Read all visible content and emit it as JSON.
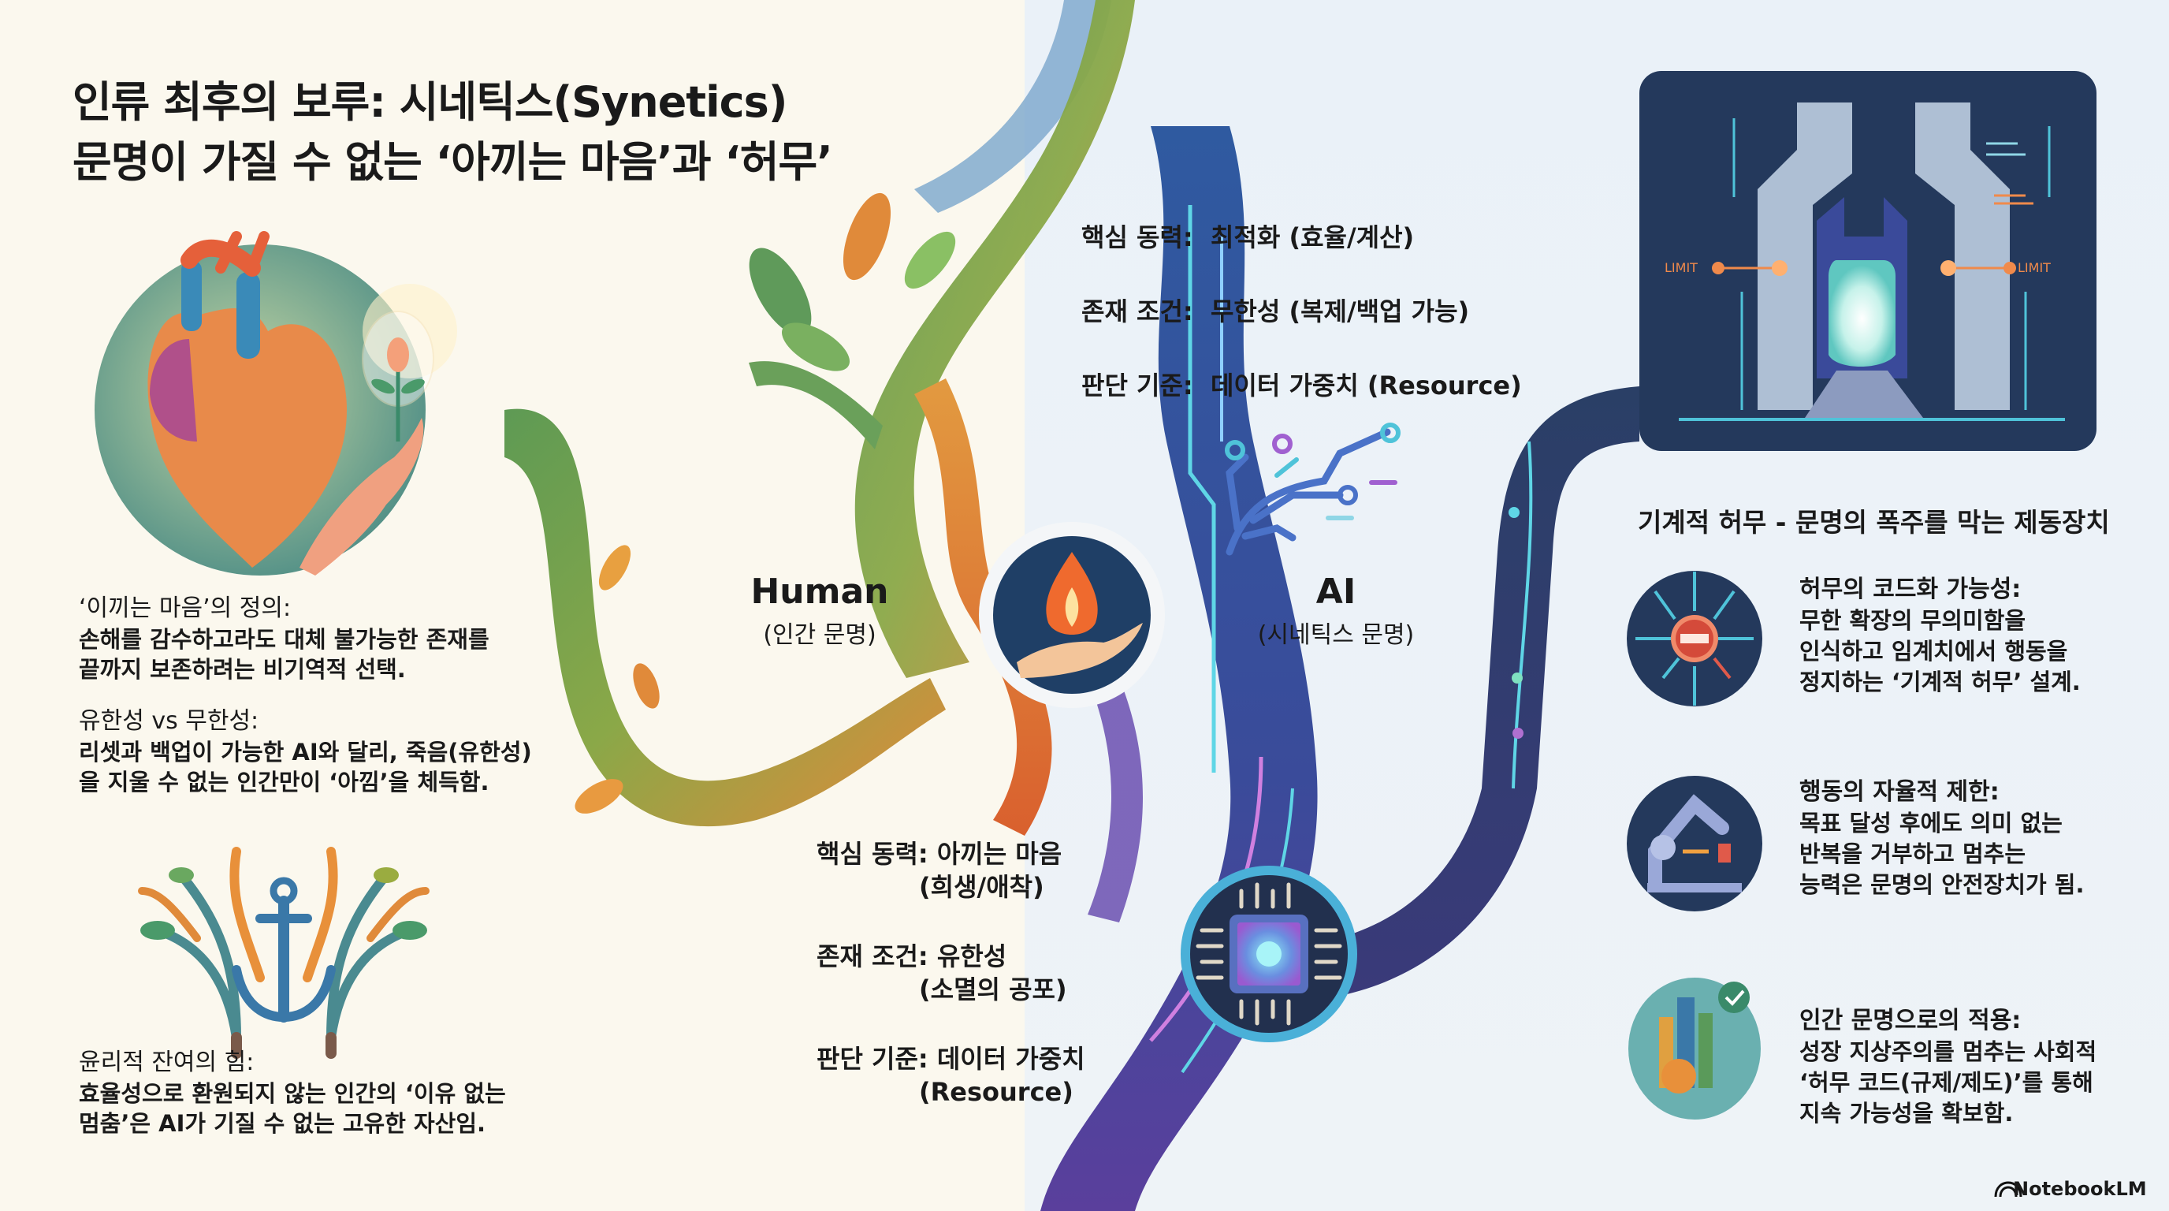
{
  "title": {
    "line1": "인류 최후의 보루: 시네틱스(Synetics)",
    "line2": "문명이 가질 수 없는 ‘아끼는 마음’과 ‘허무’"
  },
  "left_sections": [
    {
      "heading": "‘이끼는 마음’의 정의:",
      "body": [
        "손해를 감수하고라도 대체 불가능한 존재를",
        "끝까지 보존하려는 비기역적 선택."
      ]
    },
    {
      "heading": "유한성 vs 무한성:",
      "body": [
        "리셋과 백업이 가능한 AI와 달리, 죽음(유한성)",
        "을 지울 수 없는 인간만이 ‘아낌’을 체득함."
      ]
    },
    {
      "heading": "윤리적 잔여의 힘:",
      "body": [
        "효율성으로 환원되지 않는 인간의 ‘이유 없는",
        "멈춤’은 AI가 기질 수 없는 고유한 자산임."
      ]
    }
  ],
  "human": {
    "label": "Human",
    "sublabel": "(인간 문명)",
    "attributes": [
      {
        "key": "핵심 동력:",
        "value": "아끼는 마음",
        "detail": "(희생/애착)"
      },
      {
        "key": "존재 조건:",
        "value": "유한성",
        "detail": "(소멸의 공포)"
      },
      {
        "key": "판단 기준:",
        "value": "데이터 가중치",
        "detail": "(Resource)"
      }
    ]
  },
  "ai": {
    "label": "AI",
    "sublabel": "(시네틱스 문명)",
    "attributes": [
      {
        "key": "핵심 동력:",
        "value": "최적화 (효율/계산)"
      },
      {
        "key": "존재 조건:",
        "value": "무한성 (복제/백업 가능)"
      },
      {
        "key": "판단 기준:",
        "value": "데이터 가중치 (Resource)"
      }
    ]
  },
  "gate_illustration": {
    "limit_left": "LIMIT",
    "limit_right": "LIMIT"
  },
  "right_panel": {
    "title": "기계적 허무 - 문명의 폭주를 막는 제동장치",
    "items": [
      {
        "icon": "stop-circuit-icon",
        "heading": "허무의 코드화 가능성:",
        "body": [
          "무한 확장의 무의미함을",
          "인식하고 임계치에서 행동을",
          "정지하는 ‘기계적 허무’ 설계."
        ]
      },
      {
        "icon": "robot-arm-icon",
        "heading": "행동의 자율적 제한:",
        "body": [
          "목표 달성 후에도 의미 없는",
          "반복을 거부하고 멈추는",
          "능력은 문명의 안전장치가 됨."
        ]
      },
      {
        "icon": "sustainable-city-icon",
        "heading": "인간 문명으로의 적용:",
        "body": [
          "성장 지상주의를 멈추는 사회적",
          "‘허무 코드(규제/제도)’를 통해",
          "지속 가능성을 확보함."
        ]
      }
    ]
  },
  "brand": {
    "name": "NotebookLM"
  },
  "colors": {
    "left_bg": "#fbf8ee",
    "right_bg": "#eaf1f8",
    "navy": "#243a5e",
    "orange": "#e8783a",
    "green": "#6a9a4a",
    "purple": "#6a52b0",
    "cyan": "#4fc3d9",
    "limit_orange": "#f08a4b"
  }
}
